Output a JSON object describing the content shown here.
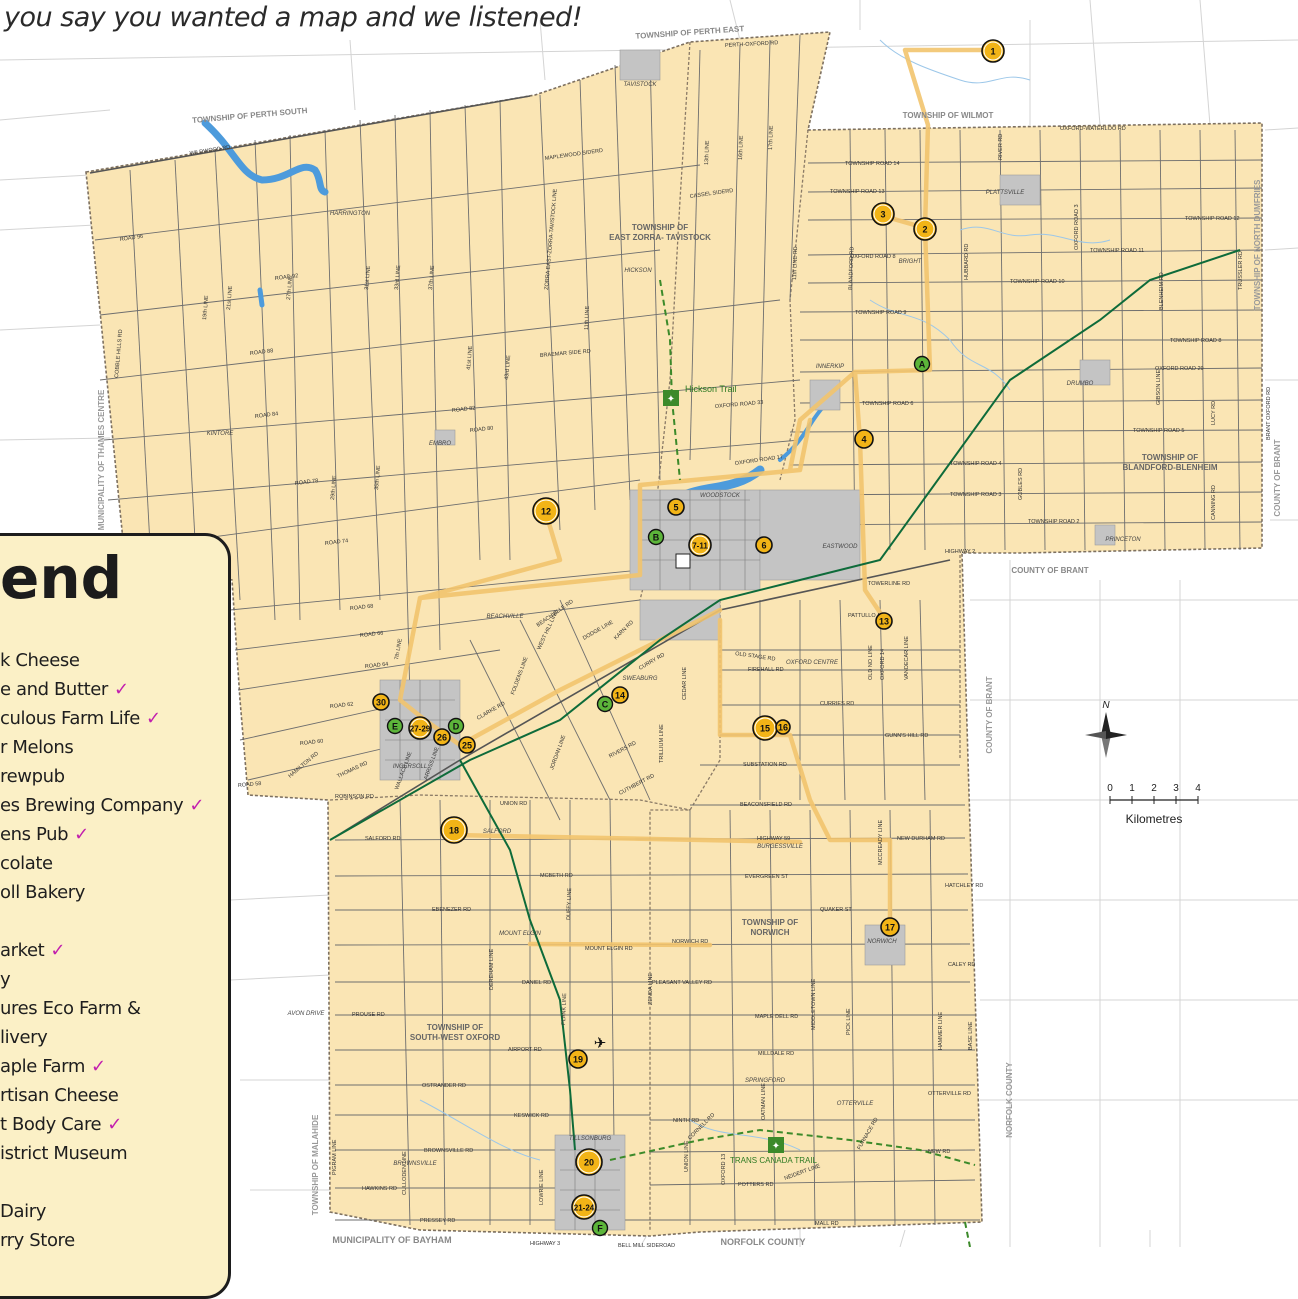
{
  "tagline": "you say you wanted a map and we listened!",
  "legend": {
    "title": "end",
    "items": [
      {
        "text": "k Cheese",
        "checked": false
      },
      {
        "text": "e and Butter",
        "checked": true
      },
      {
        "text": "culous Farm Life",
        "checked": true
      },
      {
        "text": "r Melons",
        "checked": false
      },
      {
        "text": "rewpub",
        "checked": false
      },
      {
        "text": "es Brewing Company",
        "checked": true
      },
      {
        "text": "ens Pub",
        "checked": true
      },
      {
        "text": "colate",
        "checked": false
      },
      {
        "text": "oll Bakery",
        "checked": false
      },
      {
        "text": "",
        "checked": false
      },
      {
        "text": "arket",
        "checked": true
      },
      {
        "text": "y",
        "checked": false
      },
      {
        "text": "ures Eco Farm &",
        "checked": false
      },
      {
        "text": "livery",
        "checked": false
      },
      {
        "text": "aple Farm",
        "checked": true
      },
      {
        "text": "rtisan Cheese",
        "checked": false
      },
      {
        "text": "t Body Care",
        "checked": true
      },
      {
        "text": "istrict Museum",
        "checked": false
      },
      {
        "text": "",
        "checked": false
      },
      {
        "text": "Dairy",
        "checked": false
      },
      {
        "text": "rry Store",
        "checked": false
      }
    ]
  },
  "scale": {
    "ticks": [
      "0",
      "1",
      "2",
      "3",
      "4"
    ],
    "unit": "Kilometres",
    "north": "N"
  },
  "trails": {
    "hickson": "Hickson Trail",
    "trans_canada": "TRANS CANADA TRAIL"
  },
  "region_labels": [
    {
      "id": "perth-east",
      "text": "TOWNSHIP OF PERTH EAST"
    },
    {
      "id": "perth-south",
      "text": "TOWNSHIP OF PERTH SOUTH"
    },
    {
      "id": "wilmot",
      "text": "TOWNSHIP OF WILMOT"
    },
    {
      "id": "north-dumfries",
      "text": "TOWNSHIP OF NORTH DUMFRIES"
    },
    {
      "id": "ez-tavistock",
      "text": "TOWNSHIP OF EAST ZORRA- TAVISTOCK"
    },
    {
      "id": "thames-centre",
      "text": "MUNICIPALITY OF THAMES CENTRE"
    },
    {
      "id": "brant-east",
      "text": "COUNTY OF BRANT"
    },
    {
      "id": "brant-south",
      "text": "COUNTY OF BRANT"
    },
    {
      "id": "brant-mid",
      "text": "COUNTY OF BRANT"
    },
    {
      "id": "blandford",
      "text": "TOWNSHIP OF BLANDFORD-BLENHEIM"
    },
    {
      "id": "norwich",
      "text": "TOWNSHIP OF NORWICH"
    },
    {
      "id": "south-west-oxford",
      "text": "TOWNSHIP OF SOUTH-WEST OXFORD"
    },
    {
      "id": "malahide",
      "text": "TOWNSHIP OF MALAHIDE"
    },
    {
      "id": "norfolk-east",
      "text": "NORFOLK COUNTY"
    },
    {
      "id": "norfolk-south",
      "text": "NORFOLK COUNTY"
    },
    {
      "id": "bayham",
      "text": "MUNICIPALITY OF BAYHAM"
    }
  ],
  "town_labels": [
    {
      "id": "tavistock",
      "text": "TAVISTOCK"
    },
    {
      "id": "woodstock",
      "text": "WOODSTOCK"
    },
    {
      "id": "ingersoll",
      "text": "INGERSOLL"
    },
    {
      "id": "tillsonburg",
      "text": "TILLSONBURG"
    },
    {
      "id": "norwich",
      "text": "NORWICH"
    },
    {
      "id": "plattsville",
      "text": "PLATTSVILLE"
    },
    {
      "id": "drumbo",
      "text": "DRUMBO"
    },
    {
      "id": "innerkip",
      "text": "INNERKIP"
    },
    {
      "id": "bright",
      "text": "BRIGHT"
    },
    {
      "id": "embro",
      "text": "EMBRO"
    },
    {
      "id": "kintore",
      "text": "KINTORE"
    },
    {
      "id": "hickson",
      "text": "HICKSON"
    },
    {
      "id": "beachville",
      "text": "BEACHVILLE"
    },
    {
      "id": "salford",
      "text": "SALFORD"
    },
    {
      "id": "mount-elgin",
      "text": "MOUNT ELGIN"
    },
    {
      "id": "otterville",
      "text": "OTTERVILLE"
    },
    {
      "id": "princeton",
      "text": "PRINCETON"
    },
    {
      "id": "burgessville",
      "text": "BURGESSVILLE"
    },
    {
      "id": "springford",
      "text": "SPRINGFORD"
    },
    {
      "id": "brownsville",
      "text": "BROWNSVILLE"
    },
    {
      "id": "oxford-centre",
      "text": "OXFORD CENTRE"
    },
    {
      "id": "harrington",
      "text": "HARRINGTON"
    },
    {
      "id": "avon-drive",
      "text": "AVON DRIVE"
    },
    {
      "id": "sweaburg",
      "text": "SWEABURG"
    },
    {
      "id": "eastwood",
      "text": "EASTWOOD"
    }
  ],
  "road_labels": [
    {
      "id": "r1",
      "text": "WILDWOOD RD"
    },
    {
      "id": "r2",
      "text": "ROAD 96"
    },
    {
      "id": "r3",
      "text": "ROAD 92"
    },
    {
      "id": "r4",
      "text": "ROAD 88"
    },
    {
      "id": "r5",
      "text": "ROAD 84"
    },
    {
      "id": "r6",
      "text": "ROAD 78"
    },
    {
      "id": "r7",
      "text": "ROAD 74"
    },
    {
      "id": "r8",
      "text": "ROAD 68"
    },
    {
      "id": "r9",
      "text": "ROAD 66"
    },
    {
      "id": "r10",
      "text": "ROAD 64"
    },
    {
      "id": "r11",
      "text": "ROAD 62"
    },
    {
      "id": "r12",
      "text": "ROAD 60"
    },
    {
      "id": "r13",
      "text": "ROBINSON RD"
    },
    {
      "id": "r14",
      "text": "SALFORD RD"
    },
    {
      "id": "r15",
      "text": "MCBETH RD"
    },
    {
      "id": "r16",
      "text": "EBENEZER RD"
    },
    {
      "id": "r17",
      "text": "MOUNT ELGIN RD"
    },
    {
      "id": "r18",
      "text": "DANIEL RD"
    },
    {
      "id": "r19",
      "text": "PROUSE RD"
    },
    {
      "id": "r20",
      "text": "AIRPORT RD"
    },
    {
      "id": "r21",
      "text": "OSTRANDER RD"
    },
    {
      "id": "r22",
      "text": "KESWICK RD"
    },
    {
      "id": "r23",
      "text": "BROWNSVILLE RD"
    },
    {
      "id": "r24",
      "text": "HAWKINS RD"
    },
    {
      "id": "r25",
      "text": "PRESSEY RD"
    },
    {
      "id": "r26",
      "text": "MALL RD"
    },
    {
      "id": "r27",
      "text": "NEW RD"
    },
    {
      "id": "r28",
      "text": "OTTERVILLE RD"
    },
    {
      "id": "r29",
      "text": "MILLDALE RD"
    },
    {
      "id": "r30",
      "text": "MAPLE DELL RD"
    },
    {
      "id": "r31",
      "text": "PLEASANT VALLEY RD"
    },
    {
      "id": "r32",
      "text": "NORWICH RD"
    },
    {
      "id": "r33",
      "text": "QUAKER ST"
    },
    {
      "id": "r34",
      "text": "EVERGREEN ST"
    },
    {
      "id": "r35",
      "text": "NEW DURHAM RD"
    },
    {
      "id": "r36",
      "text": "HATCHLEY RD"
    },
    {
      "id": "r37",
      "text": "CALEY RD"
    },
    {
      "id": "r38",
      "text": "BEACONSFIELD RD"
    },
    {
      "id": "r39",
      "text": "UNION RD"
    },
    {
      "id": "r40",
      "text": "SUBSTATION RD"
    },
    {
      "id": "r41",
      "text": "GUNN'S HILL RD"
    },
    {
      "id": "r42",
      "text": "CURRIES RD"
    },
    {
      "id": "r43",
      "text": "FIREHALL RD"
    },
    {
      "id": "r44",
      "text": "OLD STAGE RD"
    },
    {
      "id": "r45",
      "text": "PATTULLO AVE"
    },
    {
      "id": "r46",
      "text": "TOWERLINE RD"
    },
    {
      "id": "r47",
      "text": "HIGHWAY 2"
    },
    {
      "id": "r48",
      "text": "TOWNSHIP ROAD 2"
    },
    {
      "id": "r49",
      "text": "TOWNSHIP ROAD 3"
    },
    {
      "id": "r50",
      "text": "TOWNSHIP ROAD 4"
    },
    {
      "id": "r51",
      "text": "TOWNSHIP ROAD 5"
    },
    {
      "id": "r52",
      "text": "TOWNSHIP ROAD 6"
    },
    {
      "id": "r53",
      "text": "TOWNSHIP ROAD 8"
    },
    {
      "id": "r54",
      "text": "TOWNSHIP ROAD 9"
    },
    {
      "id": "r55",
      "text": "TOWNSHIP ROAD 10"
    },
    {
      "id": "r56",
      "text": "TOWNSHIP ROAD 11"
    },
    {
      "id": "r57",
      "text": "TOWNSHIP ROAD 12"
    },
    {
      "id": "r58",
      "text": "TOWNSHIP ROAD 13"
    },
    {
      "id": "r59",
      "text": "TOWNSHIP ROAD 14"
    },
    {
      "id": "r60",
      "text": "OXFORD-WATERLOO RD"
    },
    {
      "id": "r61",
      "text": "OXFORD ROAD 8"
    },
    {
      "id": "r62",
      "text": "OXFORD ROAD 29"
    },
    {
      "id": "r63",
      "text": "OXFORD ROAD 33"
    },
    {
      "id": "r64",
      "text": "OXFORD ROAD 17"
    },
    {
      "id": "r65",
      "text": "BRAEMAR SIDE RD"
    },
    {
      "id": "r66",
      "text": "MAPLEWOOD SIDERD"
    },
    {
      "id": "r67",
      "text": "CASSEL SIDERD"
    },
    {
      "id": "r68",
      "text": "PERTH-OXFORD RD"
    },
    {
      "id": "r69",
      "text": "ROAD 82"
    },
    {
      "id": "r70",
      "text": "ROAD 80"
    },
    {
      "id": "r71",
      "text": "ROAD 58"
    },
    {
      "id": "r72",
      "text": "THOMAS RD"
    },
    {
      "id": "r73",
      "text": "HAMILTON RD"
    },
    {
      "id": "r74",
      "text": "CLARKE RD"
    },
    {
      "id": "r75",
      "text": "CURRY RD"
    },
    {
      "id": "r76",
      "text": "RIVERS RD"
    },
    {
      "id": "r77",
      "text": "CUTHBERT RD"
    },
    {
      "id": "r78",
      "text": "KARN RD"
    },
    {
      "id": "r79",
      "text": "DODGE LINE"
    },
    {
      "id": "r80",
      "text": "BEACHVILLE RD"
    },
    {
      "id": "r81",
      "text": "NINTH RD"
    },
    {
      "id": "r82",
      "text": "CORNELL RD"
    },
    {
      "id": "r83",
      "text": "POTTERS RD"
    },
    {
      "id": "r84",
      "text": "NEIDERT LINE"
    },
    {
      "id": "r85",
      "text": "BELL MILL SIDEROAD"
    },
    {
      "id": "r86",
      "text": "HIGHWAY 59"
    },
    {
      "id": "r87",
      "text": "HIGHWAY 3"
    }
  ],
  "vertical_road_labels": [
    {
      "id": "v1",
      "text": "19th LINE"
    },
    {
      "id": "v2",
      "text": "21st LINE"
    },
    {
      "id": "v3",
      "text": "27th LINE"
    },
    {
      "id": "v4",
      "text": "31st LINE"
    },
    {
      "id": "v5",
      "text": "33rd LINE"
    },
    {
      "id": "v6",
      "text": "37th LINE"
    },
    {
      "id": "v7",
      "text": "41st LINE"
    },
    {
      "id": "v8",
      "text": "43rd LINE"
    },
    {
      "id": "v9",
      "text": "ZORRA EAST-ZORRA-TAVISTOCK LINE"
    },
    {
      "id": "v10",
      "text": "11th LINE"
    },
    {
      "id": "v11",
      "text": "13th LINE"
    },
    {
      "id": "v12",
      "text": "16th LINE"
    },
    {
      "id": "v13",
      "text": "17th LINE"
    },
    {
      "id": "v14",
      "text": "11th LINE RD"
    },
    {
      "id": "v15",
      "text": "BLANDFORD RD"
    },
    {
      "id": "v16",
      "text": "HUBBARD RD"
    },
    {
      "id": "v17",
      "text": "RIVER RD"
    },
    {
      "id": "v18",
      "text": "OXFORD ROAD 3"
    },
    {
      "id": "v19",
      "text": "BLENHEIM RD"
    },
    {
      "id": "v20",
      "text": "TRUSSLER RD"
    },
    {
      "id": "v21",
      "text": "GOBLES RD"
    },
    {
      "id": "v22",
      "text": "GIBSON LINE"
    },
    {
      "id": "v23",
      "text": "LUCY RD"
    },
    {
      "id": "v24",
      "text": "COBBLE HILLS RD"
    },
    {
      "id": "v25",
      "text": "29th LINE"
    },
    {
      "id": "v26",
      "text": "35th LINE"
    },
    {
      "id": "v27",
      "text": "7th LINE"
    },
    {
      "id": "v28",
      "text": "WEST HILL LINE"
    },
    {
      "id": "v29",
      "text": "FOLDENS LINE"
    },
    {
      "id": "v30",
      "text": "JORDAN LINE"
    },
    {
      "id": "v31",
      "text": "DUFFY LINE"
    },
    {
      "id": "v32",
      "text": "PLANK LINE"
    },
    {
      "id": "v33",
      "text": "DEREHAM LINE"
    },
    {
      "id": "v34",
      "text": "ZENDA LINE"
    },
    {
      "id": "v35",
      "text": "MIDDLETOWN LINE"
    },
    {
      "id": "v36",
      "text": "PICK LINE"
    },
    {
      "id": "v37",
      "text": "MCCREADY LINE"
    },
    {
      "id": "v38",
      "text": "BASE LINE"
    },
    {
      "id": "v39",
      "text": "HAMMER LINE"
    },
    {
      "id": "v40",
      "text": "CEDAR LINE"
    },
    {
      "id": "v41",
      "text": "TRILLIUM LINE"
    },
    {
      "id": "v42",
      "text": "OLD NO LINE"
    },
    {
      "id": "v43",
      "text": "VANDECAR LINE"
    },
    {
      "id": "v44",
      "text": "OXFORD 14"
    },
    {
      "id": "v45",
      "text": "LOWRIE LINE"
    },
    {
      "id": "v46",
      "text": "UNION LINE"
    },
    {
      "id": "v47",
      "text": "OATMAN LINE"
    },
    {
      "id": "v48",
      "text": "FURNACE RD"
    },
    {
      "id": "v49",
      "text": "CULLODEN LINE"
    },
    {
      "id": "v50",
      "text": "PIGRAM LINE"
    },
    {
      "id": "v51",
      "text": "ARRISS LINE"
    },
    {
      "id": "v52",
      "text": "WALLACE LINE"
    },
    {
      "id": "v53",
      "text": "BRANT OXFORD RD"
    },
    {
      "id": "v54",
      "text": "CANNING RD"
    },
    {
      "id": "v55",
      "text": "OXFORD 13"
    }
  ],
  "markers": [
    {
      "id": "1",
      "label": "1"
    },
    {
      "id": "2",
      "label": "2"
    },
    {
      "id": "3",
      "label": "3"
    },
    {
      "id": "4",
      "label": "4"
    },
    {
      "id": "5",
      "label": "5"
    },
    {
      "id": "6",
      "label": "6"
    },
    {
      "id": "7-11",
      "label": "7-11"
    },
    {
      "id": "12",
      "label": "12"
    },
    {
      "id": "13",
      "label": "13"
    },
    {
      "id": "14",
      "label": "14"
    },
    {
      "id": "15",
      "label": "15"
    },
    {
      "id": "16",
      "label": "16"
    },
    {
      "id": "17",
      "label": "17"
    },
    {
      "id": "18",
      "label": "18"
    },
    {
      "id": "19",
      "label": "19"
    },
    {
      "id": "20",
      "label": "20"
    },
    {
      "id": "21-24",
      "label": "21-24"
    },
    {
      "id": "25",
      "label": "25"
    },
    {
      "id": "26",
      "label": "26"
    },
    {
      "id": "27-29",
      "label": "27-29"
    },
    {
      "id": "30",
      "label": "30"
    }
  ],
  "green_markers": [
    {
      "id": "A",
      "label": "A"
    },
    {
      "id": "B",
      "label": "B"
    },
    {
      "id": "C",
      "label": "C"
    },
    {
      "id": "D",
      "label": "D"
    },
    {
      "id": "E",
      "label": "E"
    },
    {
      "id": "F",
      "label": "F"
    }
  ],
  "colors": {
    "land": "#fae5b4",
    "outside": "#ffffff",
    "route": "#f2c46e",
    "marker": "#f2b417",
    "green": "#5cb53a",
    "rail": "#0e6b3a",
    "water": "#4d9bdc",
    "urban": "#c4c4c4",
    "border": "#7d7060"
  }
}
